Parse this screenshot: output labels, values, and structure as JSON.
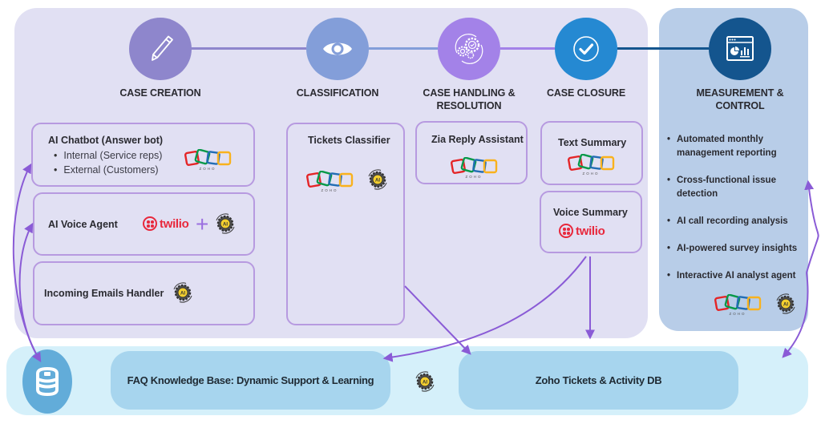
{
  "stages": [
    {
      "id": "case-creation",
      "label": "CASE CREATION",
      "icon": "pencil-icon",
      "color": "#8e86cc"
    },
    {
      "id": "classification",
      "label": "CLASSIFICATION",
      "icon": "eye-icon",
      "color": "#839ed9"
    },
    {
      "id": "case-handling",
      "label": "CASE HANDLING & RESOLUTION",
      "label_line1": "CASE HANDLING &",
      "label_line2": "RESOLUTION",
      "icon": "gears-icon",
      "color": "#a382e8"
    },
    {
      "id": "case-closure",
      "label": "CASE CLOSURE",
      "icon": "checkmark-icon",
      "color": "#2589d2"
    },
    {
      "id": "measurement",
      "label": "MEASUREMENT & CONTROL",
      "label_line1": "MEASUREMENT &",
      "label_line2": "CONTROL",
      "icon": "dashboard-chart-icon",
      "color": "#14558e"
    }
  ],
  "case_creation": {
    "chatbot": {
      "title": "AI Chatbot (Answer bot)",
      "bullets": [
        "Internal (Service reps)",
        "External (Customers)"
      ],
      "logos": [
        "zoho-logo"
      ]
    },
    "voice_agent": {
      "title": "AI Voice Agent",
      "logos": [
        "twilio-logo",
        "plus",
        "ai-gear-icon"
      ],
      "twilio_text": "twilio",
      "plus_text": "+"
    },
    "emails": {
      "title": "Incoming Emails Handler",
      "logos": [
        "ai-gear-icon"
      ]
    }
  },
  "classification": {
    "classifier": {
      "title": "Tickets Classifier",
      "logos": [
        "zoho-logo",
        "ai-gear-icon"
      ]
    }
  },
  "handling": {
    "zia": {
      "title": "Zia Reply Assistant",
      "logos": [
        "zoho-logo"
      ]
    }
  },
  "closure": {
    "text_summary": {
      "title": "Text Summary",
      "logos": [
        "zoho-logo"
      ]
    },
    "voice_summary": {
      "title": "Voice Summary",
      "logos": [
        "twilio-logo"
      ],
      "twilio_text": "twilio"
    }
  },
  "measurement": {
    "items": [
      "Automated monthly management reporting",
      "Cross-functional issue detection",
      "AI call recording analysis",
      "AI-powered survey insights",
      "Interactive AI analyst agent"
    ],
    "logos": [
      "zoho-logo",
      "ai-gear-icon"
    ]
  },
  "bottom": {
    "db_icon": "database-icon",
    "faq": "FAQ Knowledge Base: Dynamic Support & Learning",
    "ai_label": "AI",
    "tickets_db": "Zoho Tickets & Activity DB"
  },
  "logo_text": {
    "zoho": "ZOHO",
    "ai": "AI"
  },
  "colors": {
    "panel_main": "#e1e0f3",
    "panel_measure": "#b8cde8",
    "panel_bottom": "#d5f0fa",
    "pill": "#a7d5ee",
    "box_border": "#b79ae0",
    "arrow": "#8a5bd6",
    "zoho_red": "#e42527",
    "zoho_green": "#089949",
    "zoho_blue": "#226db4",
    "zoho_yellow": "#f9b21d",
    "twilio_red": "#e8283c"
  }
}
